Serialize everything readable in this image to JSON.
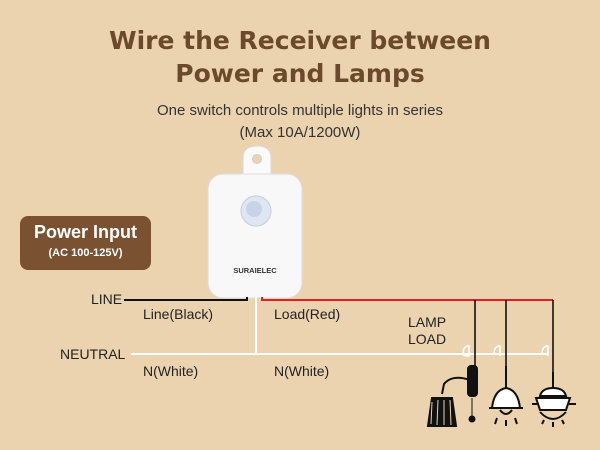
{
  "header": {
    "title_line1": "Wire the Receiver between",
    "title_line2": "Power and Lamps",
    "subtitle_line1": "One switch controls multiple lights in series",
    "subtitle_line2": "(Max 10A/1200W)"
  },
  "power_input": {
    "title": "Power Input",
    "range": "(AC 100-125V)"
  },
  "receiver": {
    "brand": "SURAIELEC"
  },
  "wires": {
    "line": "LINE",
    "line_wire": "Line(Black)",
    "load_wire": "Load(Red)",
    "neutral": "NEUTRAL",
    "neutral_wire_left": "N(White)",
    "neutral_wire_right": "N(White)",
    "lamp_load_line1": "LAMP",
    "lamp_load_line2": "LOAD"
  },
  "colors": {
    "background": "#ecd3b0",
    "title": "#6b4a2b",
    "power_box": "#7a5232",
    "line_wire": "#111111",
    "load_wire": "#e02020",
    "neutral_wire": "#ffffff"
  }
}
